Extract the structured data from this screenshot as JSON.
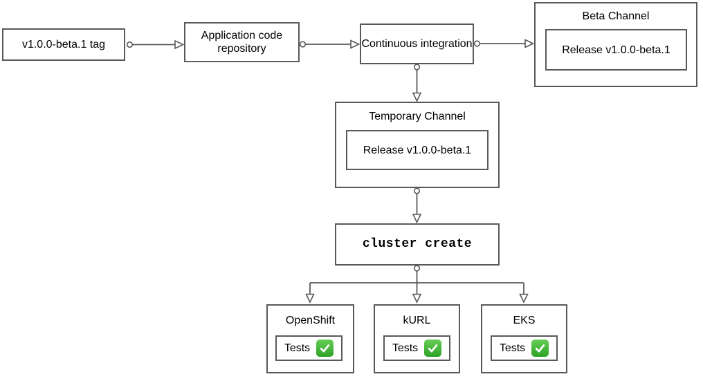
{
  "colors": {
    "background": "#ffffff",
    "node_fill": "#ffffff",
    "stroke": "#595959",
    "text": "#000000",
    "check_green_top": "#68ce57",
    "check_green_bottom": "#2ca226",
    "check_mark": "#ffffff"
  },
  "nodes": {
    "version_tag": {
      "label": "v1.0.0-beta.1 tag"
    },
    "app_repo": {
      "label": "Application code repository"
    },
    "continuous_integration": {
      "label": "Continuous integration"
    },
    "beta_channel": {
      "title": "Beta Channel",
      "release_label": "Release v1.0.0-beta.1"
    },
    "temporary_channel": {
      "title": "Temporary Channel",
      "release_label": "Release v1.0.0-beta.1"
    },
    "cluster_create": {
      "label": "cluster create"
    }
  },
  "clusters": [
    {
      "title": "OpenShift",
      "tests_label": "Tests",
      "status_icon": "check-mark-icon"
    },
    {
      "title": "kURL",
      "tests_label": "Tests",
      "status_icon": "check-mark-icon"
    },
    {
      "title": "EKS",
      "tests_label": "Tests",
      "status_icon": "check-mark-icon"
    }
  ]
}
